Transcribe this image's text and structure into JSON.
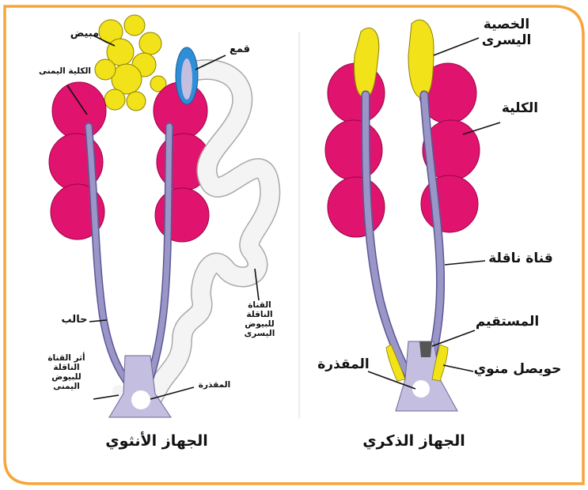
{
  "colors": {
    "frame": "#F7A53B",
    "kidney": "#E0146E",
    "testis": "#F2E21A",
    "duct": "#9A96C8",
    "cloaca": "#C4BFE0",
    "infundibulum": "#2E8FD8",
    "oviduct": "#F4F4F4"
  },
  "female": {
    "title": "الجهاز الأنثوي",
    "ovary_label": "مبيض",
    "right_kidney_label": "الكلية اليمنى",
    "funnel_label": "قمع",
    "ureter_label": "حالب",
    "left_oviduct_label": [
      "القناة",
      "الناقلة",
      "للبيوض",
      "اليسرى"
    ],
    "cloaca_label": "المقذرة",
    "right_oviduct_trace_label": [
      "أثر القناة",
      "الناقلة",
      "للبيوض",
      "اليمنى"
    ]
  },
  "male": {
    "title": "الجهاز الذكري",
    "left_testis_label": [
      "الخصية",
      "اليسرى"
    ],
    "kidney_label": "الكلية",
    "vas_deferens_label": "قناة ناقلة",
    "rectum_label": "المستقيم",
    "seminal_vesicle_label": "حويصل منوي",
    "cloaca_label": "المقذرة"
  }
}
